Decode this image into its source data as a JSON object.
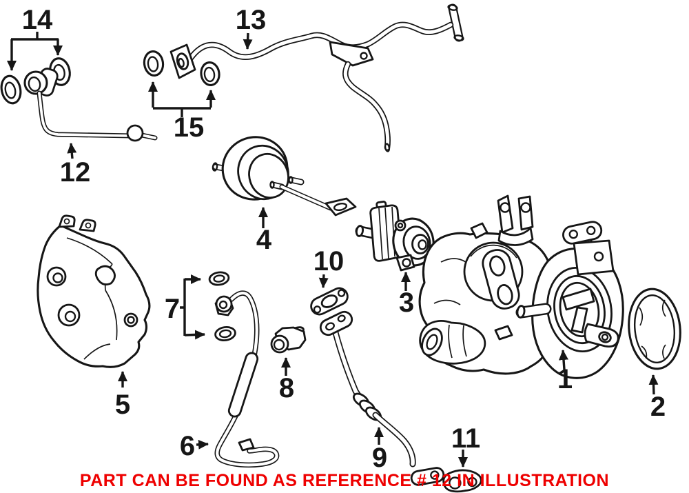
{
  "colors": {
    "background": "#ffffff",
    "line": "#161616",
    "caption_red": "#ee0000"
  },
  "caption": {
    "text": "PART CAN BE FOUND AS REFERENCE # 12 IN ILLUSTRATION"
  },
  "callouts": [
    {
      "num": "1"
    },
    {
      "num": "2"
    },
    {
      "num": "3"
    },
    {
      "num": "4"
    },
    {
      "num": "5"
    },
    {
      "num": "6"
    },
    {
      "num": "7"
    },
    {
      "num": "8"
    },
    {
      "num": "9"
    },
    {
      "num": "10"
    },
    {
      "num": "11"
    },
    {
      "num": "12"
    },
    {
      "num": "13"
    },
    {
      "num": "14"
    },
    {
      "num": "15"
    }
  ]
}
